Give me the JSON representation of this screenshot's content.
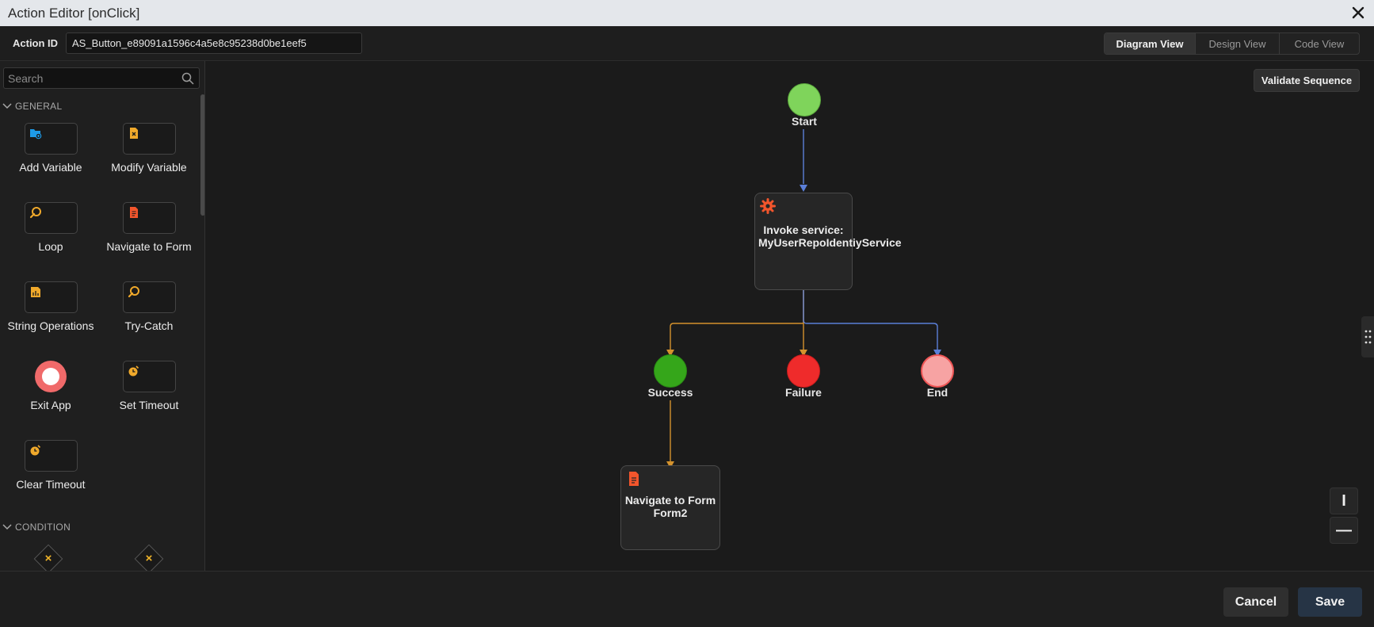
{
  "window": {
    "title": "Action Editor [onClick]"
  },
  "header": {
    "action_id_label": "Action ID",
    "action_id_value": "AS_Button_e89091a1596c4a5e8c95238d0be1eef5",
    "tabs": [
      {
        "label": "Diagram View",
        "active": true
      },
      {
        "label": "Design View",
        "active": false
      },
      {
        "label": "Code View",
        "active": false
      }
    ]
  },
  "sidebar": {
    "search_placeholder": "Search",
    "sections": [
      {
        "label": "GENERAL"
      },
      {
        "label": "CONDITION"
      }
    ],
    "tools": [
      {
        "label": "Add Variable",
        "icon": "add-variable-icon"
      },
      {
        "label": "Modify Variable",
        "icon": "modify-variable-icon"
      },
      {
        "label": "Loop",
        "icon": "loop-icon"
      },
      {
        "label": "Navigate to Form",
        "icon": "navigate-form-icon"
      },
      {
        "label": "String Operations",
        "icon": "string-operations-icon"
      },
      {
        "label": "Try-Catch",
        "icon": "try-catch-icon"
      },
      {
        "label": "Exit App",
        "icon": "exit-app-icon"
      },
      {
        "label": "Set Timeout",
        "icon": "timer-icon"
      },
      {
        "label": "Clear Timeout",
        "icon": "timer-icon"
      }
    ]
  },
  "canvas": {
    "validate_label": "Validate Sequence",
    "nodes": {
      "start": "Start",
      "invoke": "Invoke service: MyUserRepoIdentiyService",
      "success": "Success",
      "failure": "Failure",
      "end": "End",
      "navigate": "Navigate to Form Form2"
    },
    "zoom_in_label": "I",
    "zoom_out_label": "—"
  },
  "footer": {
    "cancel_label": "Cancel",
    "save_label": "Save"
  },
  "colors": {
    "start": "#7fd45b",
    "success": "#35a61a",
    "failure": "#ef2b2b",
    "end": "#f7a3a3",
    "connector_blue": "#5b7fd8",
    "connector_orange": "#d4922d",
    "accent_orange": "#f0a92b",
    "accent_red": "#f2552c"
  }
}
